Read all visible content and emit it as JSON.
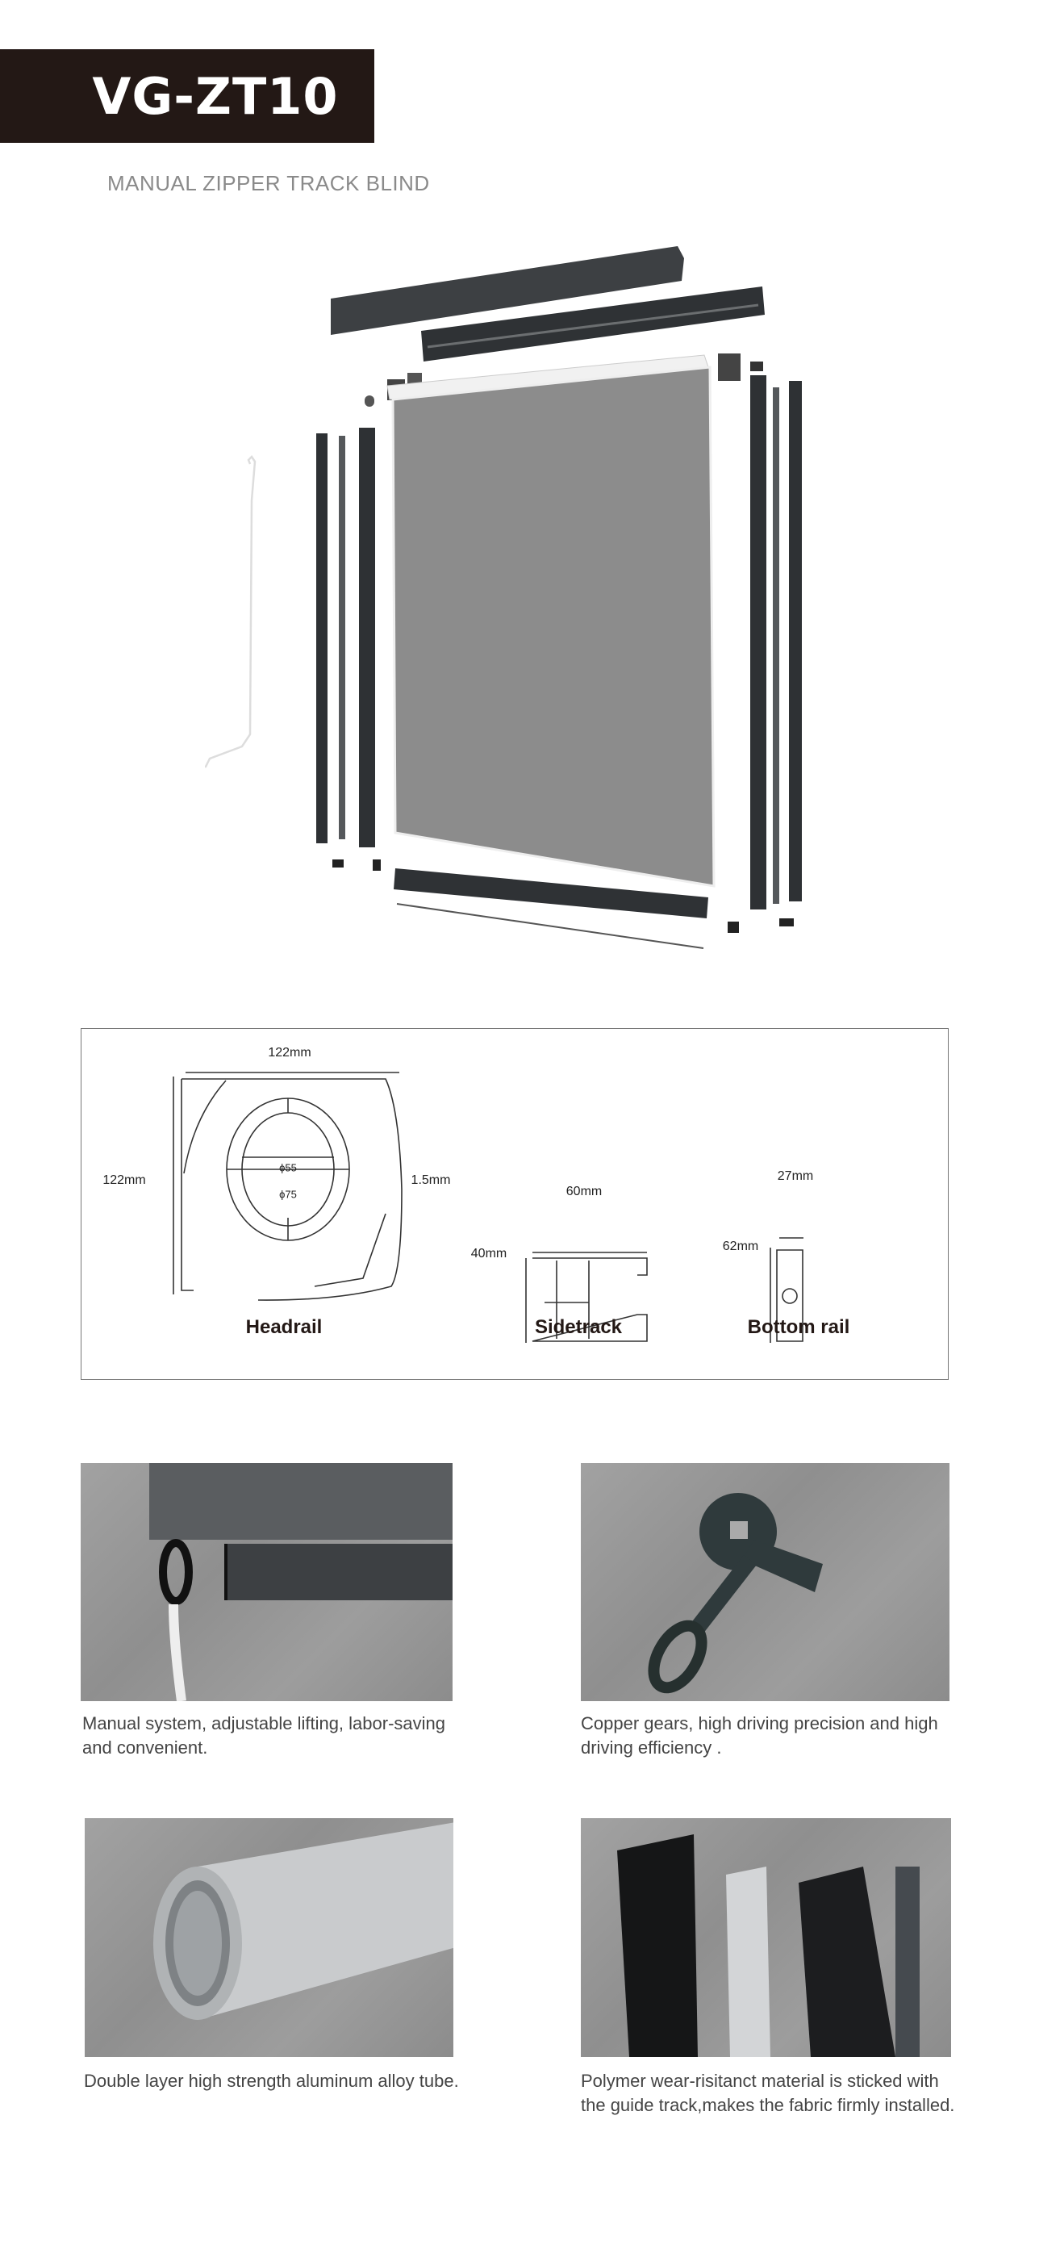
{
  "header": {
    "model": "VG-ZT10",
    "subtitle": "MANUAL ZIPPER TRACK BLIND"
  },
  "specs": {
    "headrail": {
      "label": "Headrail",
      "width": "122mm",
      "height": "122mm",
      "thickness": "1.5mm",
      "inner_dia": "ϕ55",
      "outer_dia": "ϕ75"
    },
    "sidetrack": {
      "label": "Sidetrack",
      "width": "60mm",
      "height": "40mm"
    },
    "bottom_rail": {
      "label": "Bottom rail",
      "width": "27mm",
      "height": "62mm"
    }
  },
  "features": [
    {
      "line1": "Manual system, adjustable lifting, labor-saving",
      "line2": "and convenient."
    },
    {
      "line1": "Copper gears, high driving precision and high",
      "line2": "driving efficiency ."
    },
    {
      "line1": "Double layer high strength aluminum alloy tube.",
      "line2": ""
    },
    {
      "line1": "Polymer wear-risitanct material is sticked with",
      "line2": "the guide track,makes the fabric firmly installed."
    }
  ],
  "colors": {
    "title_bg": "#231815",
    "fabric": "#8a8a8a",
    "rail": "#3a3d40"
  }
}
